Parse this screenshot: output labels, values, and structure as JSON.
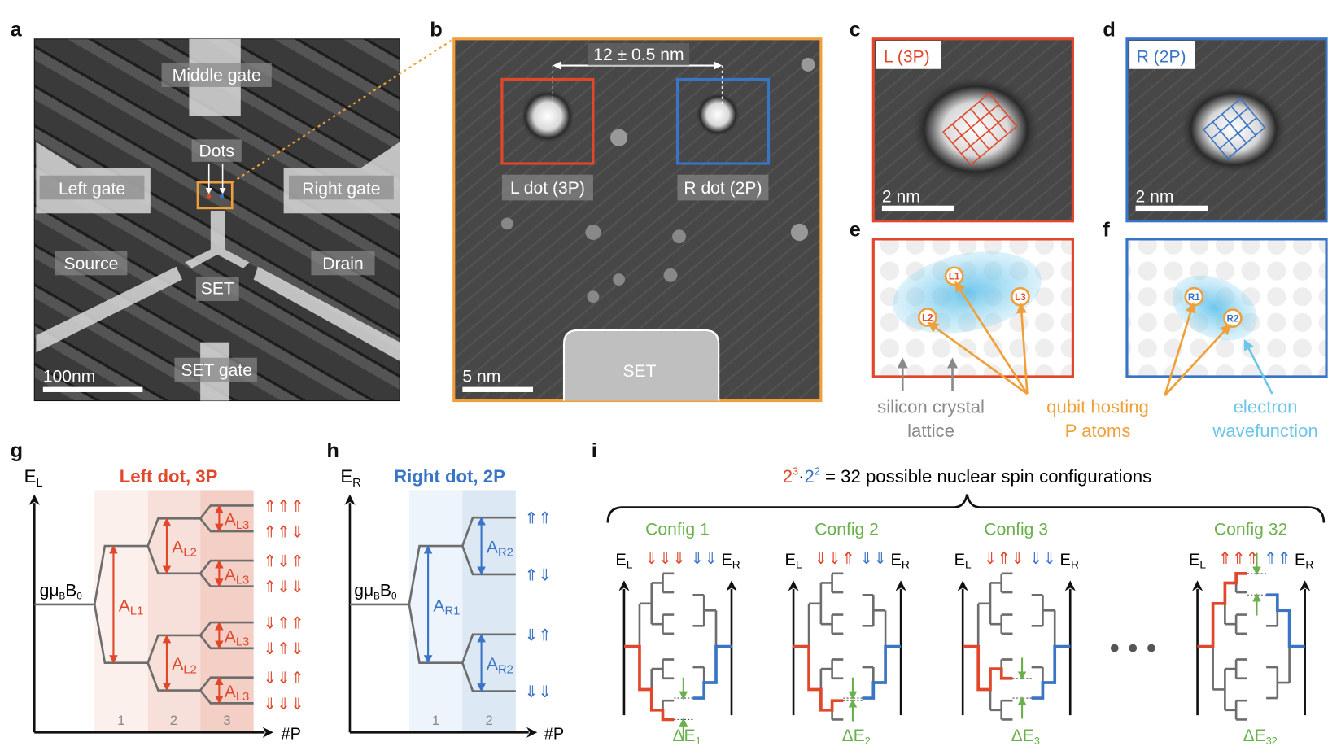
{
  "panels": {
    "a": {
      "label": "a",
      "middle_gate": "Middle gate",
      "dots": "Dots",
      "left_gate": "Left gate",
      "right_gate": "Right gate",
      "source": "Source",
      "drain": "Drain",
      "set": "SET",
      "set_gate": "SET gate",
      "scale": "100nm"
    },
    "b": {
      "label": "b",
      "distance": "12 ± 0.5 nm",
      "l_dot": "L dot (3P)",
      "r_dot": "R dot (2P)",
      "scale": "5 nm",
      "set": "SET"
    },
    "c": {
      "label": "c",
      "title": "L (3P)",
      "scale": "2 nm"
    },
    "d": {
      "label": "d",
      "title": "R (2P)",
      "scale": "2 nm"
    },
    "e": {
      "label": "e",
      "atoms": [
        "L1",
        "L2",
        "L3"
      ]
    },
    "f": {
      "label": "f",
      "atoms": [
        "R1",
        "R2"
      ]
    },
    "legend": {
      "lattice": [
        "silicon crystal",
        "lattice"
      ],
      "atoms": [
        "qubit hosting",
        "P atoms"
      ],
      "wavefunction": [
        "electron",
        "wavefunction"
      ]
    },
    "g": {
      "label": "g",
      "title": "Left dot, 3P",
      "y_axis": "E",
      "y_sub": "L",
      "x_axis": "#P",
      "root": "gμ",
      "root_sub": "B",
      "root_b": "B",
      "root_b_sub": "0",
      "a1": "A",
      "a1_sub": "L1",
      "a2": "A",
      "a2_sub": "L2",
      "a3": "A",
      "a3_sub": "L3",
      "columns": [
        "1",
        "2",
        "3"
      ],
      "spins": [
        "⇑⇑⇑",
        "⇑⇑⇓",
        "⇑⇓⇑",
        "⇑⇓⇓",
        "⇓⇑⇑",
        "⇓⇑⇓",
        "⇓⇓⇑",
        "⇓⇓⇓"
      ]
    },
    "h": {
      "label": "h",
      "title": "Right dot, 2P",
      "y_axis": "E",
      "y_sub": "R",
      "x_axis": "#P",
      "root": "gμ",
      "root_sub": "B",
      "root_b": "B",
      "root_b_sub": "0",
      "a1": "A",
      "a1_sub": "R1",
      "a2": "A",
      "a2_sub": "R2",
      "columns": [
        "1",
        "2"
      ],
      "spins": [
        "⇑⇑",
        "⇑⇓",
        "⇓⇑",
        "⇓⇓"
      ]
    },
    "i": {
      "label": "i",
      "eq_a": "2",
      "eq_a_sup": "3",
      "eq_dot": "·",
      "eq_b": "2",
      "eq_b_sup": "2",
      "eq_rest": " = 32 possible nuclear spin configurations",
      "el": "E",
      "el_sub": "L",
      "er": "E",
      "er_sub": "R",
      "ellipsis": "• • •",
      "configs": [
        {
          "name": "Config 1",
          "left": "⇓⇓⇓",
          "right": "⇓⇓",
          "delta": "ΔE",
          "delta_sub": "1"
        },
        {
          "name": "Config 2",
          "left": "⇓⇓⇑",
          "right": "⇓⇓",
          "delta": "ΔE",
          "delta_sub": "2"
        },
        {
          "name": "Config 3",
          "left": "⇓⇑⇓",
          "right": "⇓⇓",
          "delta": "ΔE",
          "delta_sub": "3"
        },
        {
          "name": "Config 32",
          "left": "⇑⇑⇑",
          "right": "⇑⇑",
          "delta": "ΔE",
          "delta_sub": "32"
        }
      ]
    }
  },
  "colors": {
    "left": "#e0472b",
    "right": "#3a74c4",
    "orange": "#f0a03a",
    "green": "#6ab04c",
    "wave": "#6cc6ea",
    "gray": "#8a8a8a"
  }
}
